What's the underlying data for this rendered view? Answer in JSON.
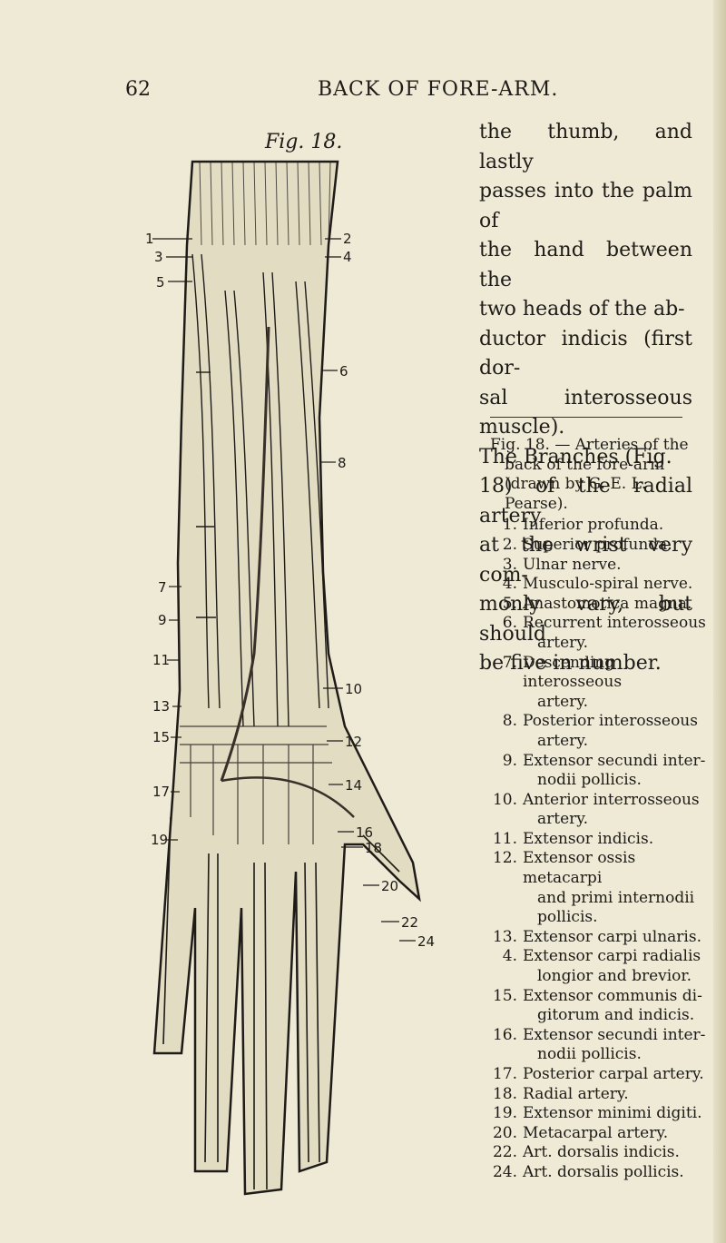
{
  "header": {
    "page_number": "62",
    "running_title": "BACK OF FORE-ARM."
  },
  "figure_label": "Fig. 18.",
  "body_text_lines": [
    "the thumb, and lastly",
    "passes into the palm of",
    "the hand between the",
    "two heads of the ab-",
    "ductor indicis (first dor-",
    "sal interosseous muscle).",
    "The Branches (Fig.",
    "18) of the radial artery",
    "at the wrist very com-",
    "monly vary, but should",
    "be five in number."
  ],
  "caption": {
    "title_lines": [
      "Fig. 18. — Arteries of the",
      "back of the fore-arm",
      "(drawn by G. E. L.",
      "Pearse)."
    ],
    "items": [
      {
        "num": "1.",
        "lines": [
          "Inferior profunda."
        ]
      },
      {
        "num": "2.",
        "lines": [
          "Superior profunda."
        ]
      },
      {
        "num": "3.",
        "lines": [
          "Ulnar nerve."
        ]
      },
      {
        "num": "4.",
        "lines": [
          "Musculo-spiral nerve."
        ]
      },
      {
        "num": "5.",
        "lines": [
          "Anastomotica magna."
        ]
      },
      {
        "num": "6.",
        "lines": [
          "Recurrent interosseous",
          "artery."
        ]
      },
      {
        "num": "7.",
        "lines": [
          "Descending interosseous",
          "artery."
        ]
      },
      {
        "num": "8.",
        "lines": [
          "Posterior interosseous",
          "artery."
        ]
      },
      {
        "num": "9.",
        "lines": [
          "Extensor secundi inter-",
          "nodii pollicis."
        ]
      },
      {
        "num": "10.",
        "lines": [
          "Anterior interrosseous",
          "artery."
        ]
      },
      {
        "num": "11.",
        "lines": [
          "Extensor indicis."
        ]
      },
      {
        "num": "12.",
        "lines": [
          "Extensor ossis metacarpi",
          "and primi internodii",
          "pollicis."
        ]
      },
      {
        "num": "13.",
        "lines": [
          "Extensor carpi ulnaris."
        ]
      },
      {
        "num": "4.",
        "lines": [
          "Extensor carpi radialis",
          "longior and brevior."
        ]
      },
      {
        "num": "15.",
        "lines": [
          "Extensor communis di-",
          "gitorum and indicis."
        ]
      },
      {
        "num": "16.",
        "lines": [
          "Extensor secundi inter-",
          "nodii pollicis."
        ]
      },
      {
        "num": "17.",
        "lines": [
          "Posterior carpal artery."
        ]
      },
      {
        "num": "18.",
        "lines": [
          "Radial artery."
        ]
      },
      {
        "num": "19.",
        "lines": [
          "Extensor minimi digiti."
        ]
      },
      {
        "num": "20.",
        "lines": [
          "Metacarpal artery."
        ]
      },
      {
        "num": "22.",
        "lines": [
          "Art. dorsalis indicis."
        ]
      },
      {
        "num": "24.",
        "lines": [
          "Art. dorsalis pollicis."
        ]
      }
    ]
  },
  "figure_labels": {
    "left": [
      "1",
      "3",
      "5",
      "7",
      "9",
      "11",
      "13",
      "15",
      "17",
      "19"
    ],
    "right": [
      "2",
      "4",
      "6",
      "8",
      "10",
      "12",
      "14",
      "16",
      "18",
      "20",
      "22",
      "24"
    ]
  },
  "colors": {
    "paper": "#eeead6",
    "ink": "#1e1b18"
  }
}
